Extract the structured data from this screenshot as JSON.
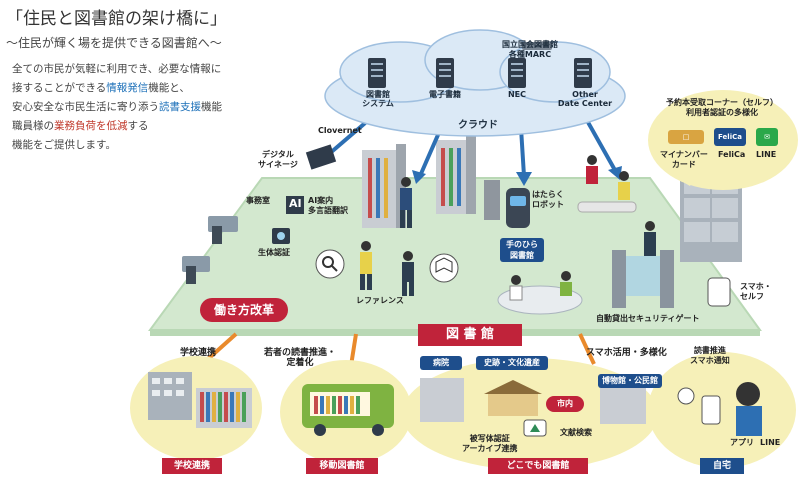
{
  "intro": {
    "title": "「住民と図書館の架け橋に」",
    "subtitle": "〜住民が輝く場を提供できる図書館へ〜",
    "line1": "全ての市民が気軽に利用でき、必要な情報に",
    "line2_pre": "接することができる",
    "line2_hl": "情報発信",
    "line2_post": "機能と、",
    "line3_pre": "安心安全な市民生活に寄り添う",
    "line3_hl": "読書支援",
    "line3_post": "機能",
    "line4_pre": "職員様の",
    "line4_hl": "業務負荷を低減",
    "line4_post": "する",
    "line5": "機能をご提供します。"
  },
  "cloud": {
    "label": "クラウド",
    "servers": [
      {
        "line1": "図書館",
        "line2": "システム"
      },
      {
        "line1": "電子書籍",
        "line2": ""
      },
      {
        "line1": "NEC",
        "line2": ""
      },
      {
        "line1": "Other",
        "line2": "Date Center"
      }
    ],
    "ndl_line1": "国立国会図書館",
    "ndl_line2": "各種MARC"
  },
  "library": {
    "clovernet": "Clovernet",
    "signage_1": "デジタル",
    "signage_2": "サイネージ",
    "office": "事務室",
    "ai_icon": "AI",
    "ai_line1": "AI案内",
    "ai_line2": "多言語翻訳",
    "biometric": "生体認証",
    "robot_1": "はたらく",
    "robot_2": "ロボット",
    "palm_1": "手のひら",
    "palm_2": "図書館",
    "reference": "レファレンス",
    "workstyle": "働き方改革",
    "name": "図 書 館",
    "gate": "自動貸出セキュリティゲート",
    "phone_self_1": "スマホ・",
    "phone_self_2": "セルフ"
  },
  "self_service": {
    "title_1": "予約本受取コーナー（セルフ）",
    "title_2": "利用者認証の多様化",
    "cards": [
      "マイナンバー\nカード",
      "FeliCa",
      "LINE"
    ],
    "card_labels": [
      "マイナンバー",
      "FeliCa",
      "LINE"
    ],
    "card_sub": "カード"
  },
  "bottom": {
    "school_top": "学校連携",
    "school_label": "学校連携",
    "youth_1": "若者の読書推進・",
    "youth_2": "定着化",
    "mobile_label": "移動図書館",
    "hospital": "病院",
    "heritage": "史跡・文化遺産",
    "smartphone": "スマホ活用・多様化",
    "museum": "博物館・公民館",
    "city": "市内",
    "literature": "文献検索",
    "archive_1": "被写体認証",
    "archive_2": "アーカイブ連携",
    "anywhere": "どこでも図書館",
    "notify_1": "読書推進",
    "notify_2": "スマホ通知",
    "app": "アプリ",
    "line": "LINE",
    "home": "自宅"
  },
  "colors": {
    "floor": "#d3e8cf",
    "floor_edge": "#b9d8b5",
    "cloud": "#dbe9f6",
    "arrow": "#2d6fb3",
    "accent_red": "#c0233a",
    "accent_blue": "#1e4e8c",
    "bottom_bg": "#f6f0b8",
    "orange": "#e98a2c"
  }
}
